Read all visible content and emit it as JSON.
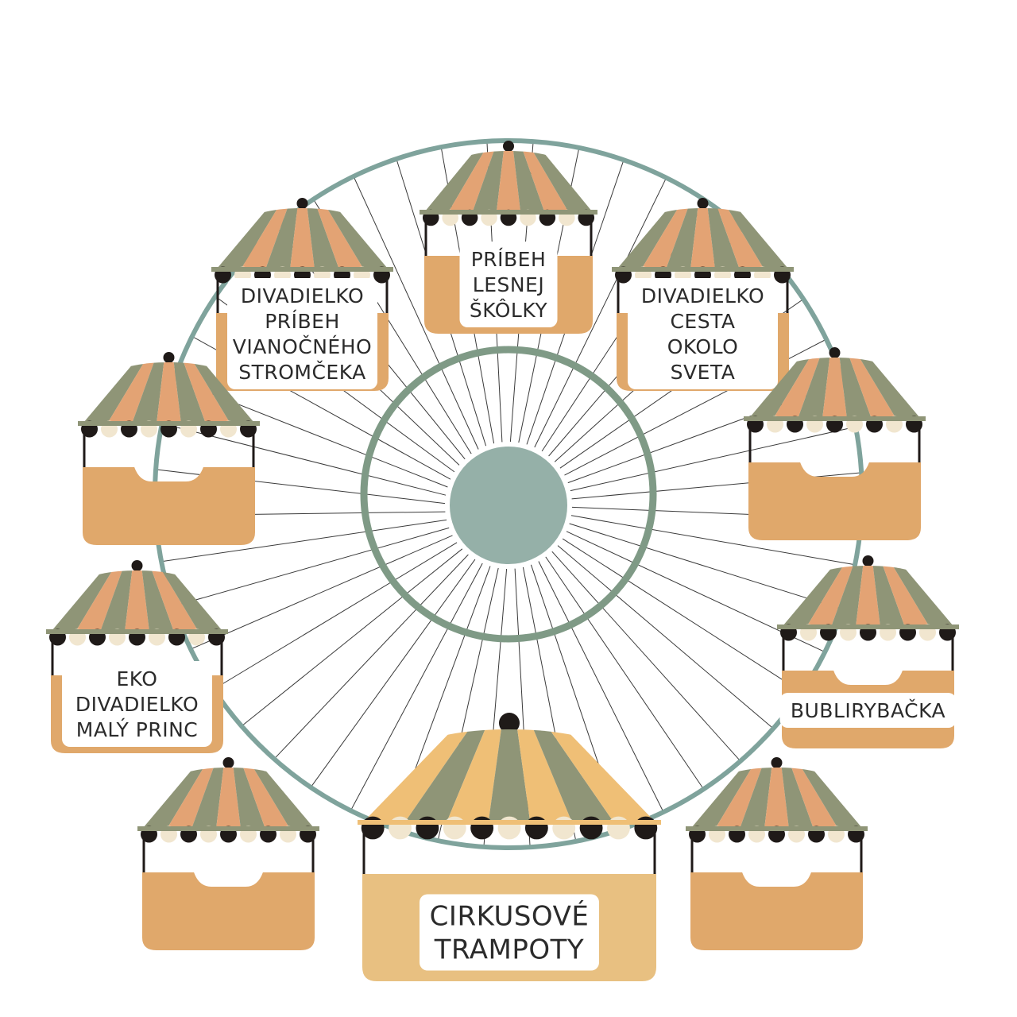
{
  "colors": {
    "rim_teal": "#7fa39c",
    "rim_olive": "#8f9a76",
    "hub": "#95b0a8",
    "inner_ring": "#7f9a86",
    "canopy_green": "#8f9577",
    "canopy_peach": "#e3a374",
    "canopy_yellow": "#efbf76",
    "basket": "#e0a86b",
    "basket_big": "#e8c081",
    "scallop_dark": "#1f1a18",
    "scallop_cream": "#f1e6cf",
    "spoke": "#3a3a3a"
  },
  "cabins": [
    {
      "id": "top",
      "label_lines": [
        "PRÍBEH",
        "LESNEJ",
        "ŠKÔLKY"
      ]
    },
    {
      "id": "upper-left",
      "label_lines": [
        "DIVADIELKO",
        "PRÍBEH",
        "VIANOČNÉHO",
        "STROMČEKA"
      ]
    },
    {
      "id": "upper-right",
      "label_lines": [
        "DIVADIELKO",
        "CESTA",
        "OKOLO",
        "SVETA"
      ]
    },
    {
      "id": "middle-left",
      "label_lines": []
    },
    {
      "id": "middle-right",
      "label_lines": []
    },
    {
      "id": "lower-left",
      "label_lines": [
        "EKO",
        "DIVADIELKO",
        "MALÝ PRINC"
      ]
    },
    {
      "id": "lower-right",
      "label_lines": [
        "BUBLIRYBAČKA"
      ]
    },
    {
      "id": "bottom-left",
      "label_lines": []
    },
    {
      "id": "bottom-right",
      "label_lines": []
    },
    {
      "id": "bottom-center",
      "label_lines": [
        "CIRKUSOVÉ",
        "TRAMPOTY"
      ]
    }
  ]
}
